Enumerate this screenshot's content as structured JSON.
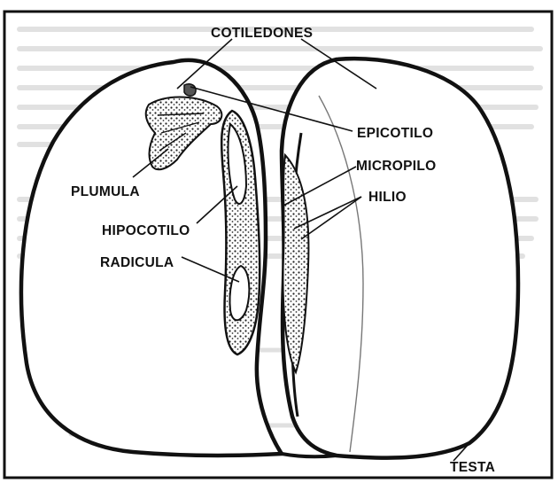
{
  "labels": {
    "cotiledones": "COTILEDONES",
    "epicotilo": "EPICOTILO",
    "micropilo": "MICROPILO",
    "hilio": "HILIO",
    "plumula": "PLUMULA",
    "hipocotilo": "HIPOCOTILO",
    "radicula": "RADICULA",
    "testa": "TESTA"
  },
  "colors": {
    "ink": "#111111",
    "paper": "#ffffff",
    "bleed_through": "#b7b7b7"
  }
}
